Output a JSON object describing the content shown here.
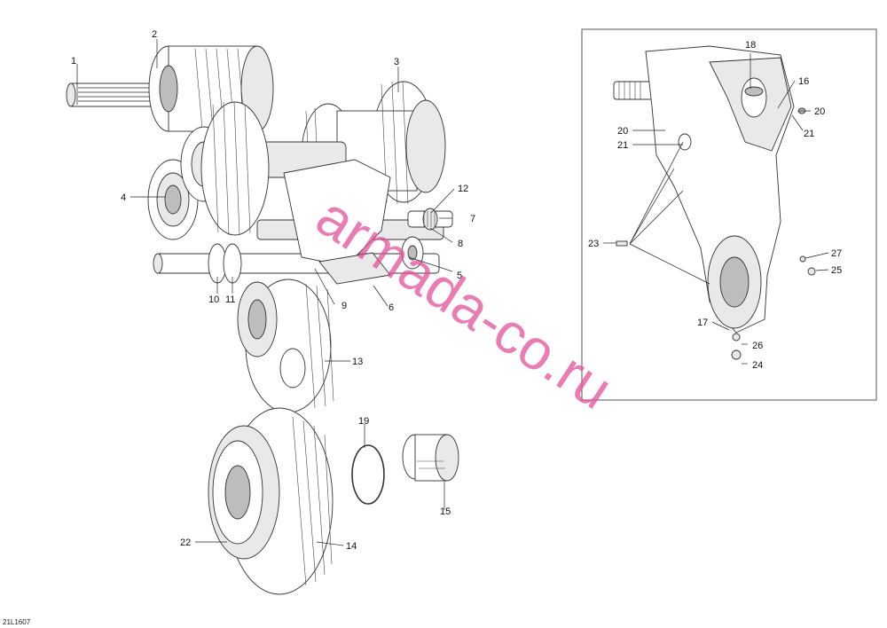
{
  "diagram": {
    "drawing_code": "21L1607",
    "watermark": "armada-co.ru",
    "callouts": [
      {
        "id": "c1",
        "text": "1"
      },
      {
        "id": "c2",
        "text": "2"
      },
      {
        "id": "c3",
        "text": "3"
      },
      {
        "id": "c4",
        "text": "4"
      },
      {
        "id": "c5",
        "text": "5"
      },
      {
        "id": "c6",
        "text": "6"
      },
      {
        "id": "c7",
        "text": "7"
      },
      {
        "id": "c8",
        "text": "8"
      },
      {
        "id": "c9",
        "text": "9"
      },
      {
        "id": "c10",
        "text": "10"
      },
      {
        "id": "c11",
        "text": "11"
      },
      {
        "id": "c12",
        "text": "12"
      },
      {
        "id": "c13",
        "text": "13"
      },
      {
        "id": "c14",
        "text": "14"
      },
      {
        "id": "c15",
        "text": "15"
      },
      {
        "id": "c16",
        "text": "16"
      },
      {
        "id": "c17",
        "text": "17"
      },
      {
        "id": "c18",
        "text": "18"
      },
      {
        "id": "c19",
        "text": "19"
      },
      {
        "id": "c20a",
        "text": "20"
      },
      {
        "id": "c20b",
        "text": "20"
      },
      {
        "id": "c21a",
        "text": "21"
      },
      {
        "id": "c21b",
        "text": "21"
      },
      {
        "id": "c22",
        "text": "22"
      },
      {
        "id": "c23",
        "text": "23"
      },
      {
        "id": "c24",
        "text": "24"
      },
      {
        "id": "c25",
        "text": "25"
      },
      {
        "id": "c26",
        "text": "26"
      },
      {
        "id": "c27",
        "text": "27"
      }
    ]
  }
}
